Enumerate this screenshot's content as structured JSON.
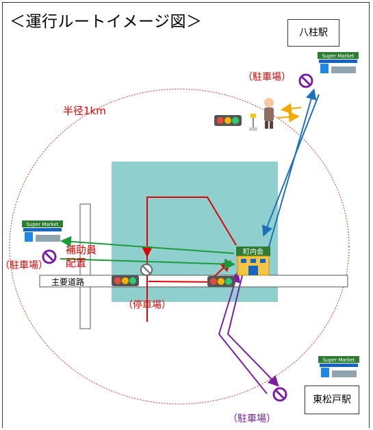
{
  "title": "＜運行ルートイメージ図＞",
  "stations": {
    "yabashira": "八柱駅",
    "higashimatsudo": "東松戸駅"
  },
  "labels": {
    "parking_top": "（駐車場）",
    "parking_left": "（駐車場）",
    "parking_bottom": "（駐車場）",
    "stop": "（停車場）",
    "radius": "半径1km",
    "assistant_line1": "補助員",
    "assistant_line2": "配置",
    "main_road": "主要道路"
  },
  "icons": {
    "supermarket_text": "Super Market",
    "town_hall_text": "町内会"
  },
  "colors": {
    "red": "#e00000",
    "green": "#1a9a3a",
    "blue": "#1f6fbf",
    "purple": "#7a1fa2",
    "orange": "#f2a900",
    "zone": "#8fd0cf"
  }
}
